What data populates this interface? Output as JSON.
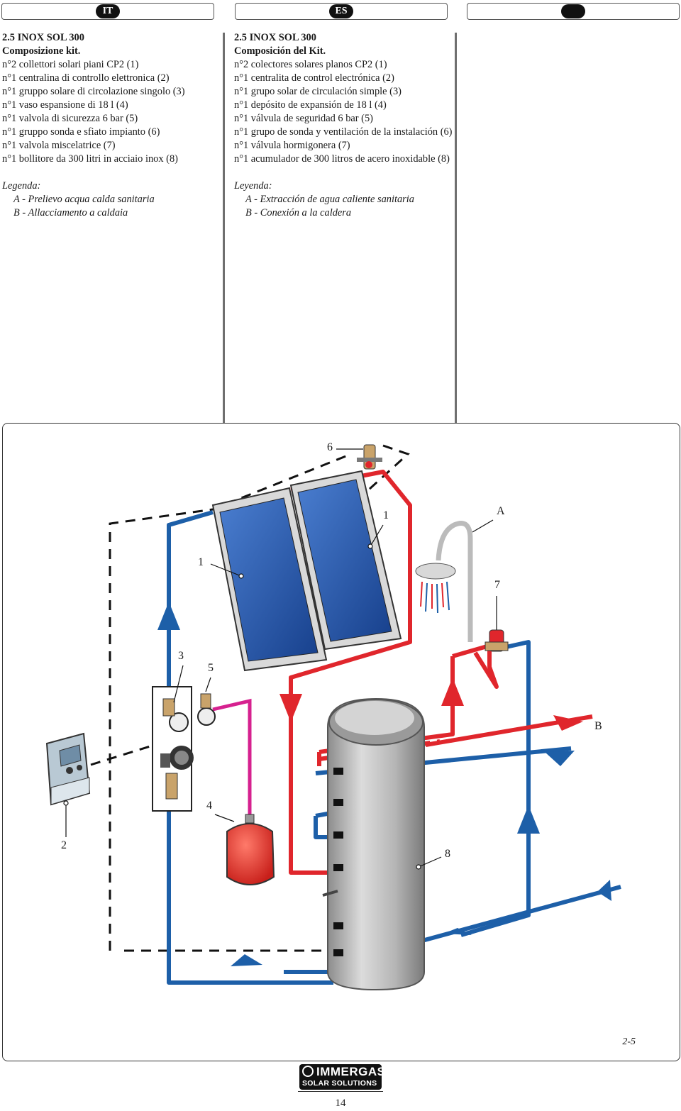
{
  "header": {
    "tabs": [
      {
        "label": "IT"
      },
      {
        "label": "ES"
      },
      {
        "label": ""
      }
    ]
  },
  "columns": {
    "it": {
      "section_title": "2.5 INOX SOL 300",
      "kit_title": "Composizione kit.",
      "items": [
        "n°2 collettori solari piani CP2 (1)",
        "n°1 centralina di controllo elettronica (2)",
        "n°1 gruppo solare di circolazione singolo (3)",
        "n°1 vaso espansione di 18 l (4)",
        "n°1 valvola di sicurezza 6 bar (5)",
        "n°1 gruppo sonda e sfiato impianto (6)",
        "n°1 valvola miscelatrice (7)",
        "n°1 bollitore da 300 litri in acciaio inox (8)"
      ],
      "legend_title": "Legenda:",
      "legend": [
        {
          "key": "A",
          "text": "Prelievo acqua calda sanitaria"
        },
        {
          "key": "B",
          "text": "Allacciamento a caldaia"
        }
      ]
    },
    "es": {
      "section_title": "2.5 INOX SOL 300",
      "kit_title": "Composición del Kit.",
      "items": [
        "n°2 colectores solares planos CP2 (1)",
        "n°1 centralita de control electrónica (2)",
        "n°1 grupo solar de circulación simple (3)",
        "n°1 depósito de expansión de 18 l (4)",
        "n°1 válvula de seguridad 6 bar (5)",
        "n°1 grupo de sonda y ventilación de la instalación (6)",
        "n°1 válvula hormigonera (7)",
        "n°1 acumulador de 300 litros de acero inoxidable (8)"
      ],
      "legend_title": "Leyenda:",
      "legend": [
        {
          "key": "A",
          "text": "Extracción de agua caliente sanitaria"
        },
        {
          "key": "B",
          "text": "Conexión a la caldera"
        }
      ]
    }
  },
  "diagram": {
    "labels": {
      "l6": "6",
      "l1a": "1",
      "lA": "A",
      "l1b": "1",
      "l7": "7",
      "l3": "3",
      "l5": "5",
      "lB": "B",
      "l4": "4",
      "l2": "2",
      "l8": "8"
    },
    "colors": {
      "cold_pipe": "#1d5fa8",
      "hot_pipe": "#e0262c",
      "expansion_pipe": "#d6218f",
      "collector_blue": "#1f4fa0",
      "tank_grey": "#b8b8b8",
      "vessel_red": "#e3302a"
    },
    "figure_ref": "2-5"
  },
  "footer": {
    "brand": "IMMERGAS",
    "brand_sub": "SOLAR SOLUTIONS",
    "page_number": "14"
  }
}
